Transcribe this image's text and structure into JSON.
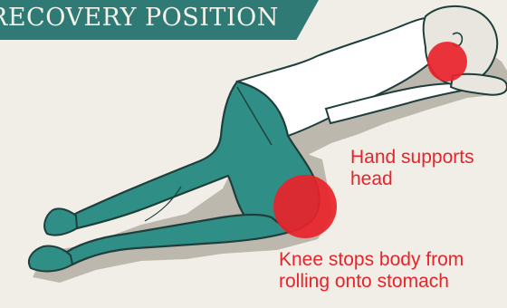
{
  "title": "RECOVERY POSITION",
  "colors": {
    "banner": "#2f7a74",
    "legs": "#2f8f86",
    "shirt": "#ffffff",
    "skin": "#e9e6df",
    "outline": "#1f3f3c",
    "highlight": "#e8232a",
    "background": "#f1eee7"
  },
  "callouts": {
    "hand": {
      "line1": "Hand supports",
      "line2": "head"
    },
    "knee": {
      "line1": "Knee stops body from",
      "line2": "rolling onto stomach"
    }
  }
}
